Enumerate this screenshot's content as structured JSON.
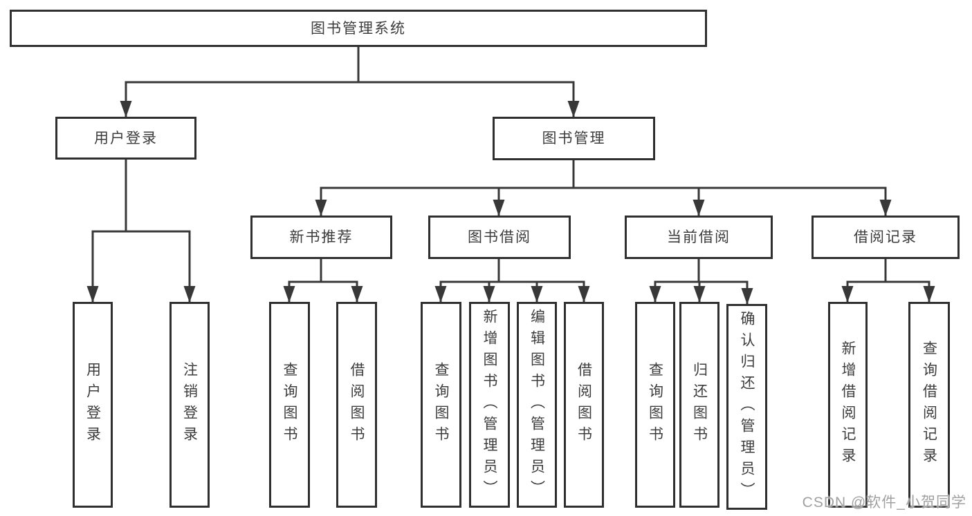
{
  "diagram": {
    "root": {
      "label": "图书管理系统"
    },
    "level2": [
      {
        "label": "用户登录"
      },
      {
        "label": "图书管理"
      }
    ],
    "level3": [
      {
        "label": "新书推荐"
      },
      {
        "label": "图书借阅"
      },
      {
        "label": "当前借阅"
      },
      {
        "label": "借阅记录"
      }
    ],
    "leaves": [
      {
        "label": "用户登录"
      },
      {
        "label": "注销登录"
      },
      {
        "label": "查询图书"
      },
      {
        "label": "借阅图书"
      },
      {
        "label": "查询图书"
      },
      {
        "label": "新增图书（管理员）"
      },
      {
        "label": "编辑图书（管理员）"
      },
      {
        "label": "借阅图书"
      },
      {
        "label": "查询图书"
      },
      {
        "label": "归还图书"
      },
      {
        "label": "确认归还（管理员）"
      },
      {
        "label": "新增借阅记录"
      },
      {
        "label": "查询借阅记录"
      }
    ]
  },
  "watermark": {
    "text": "CSDN @软件_小贺同学"
  },
  "colors": {
    "line": "#383838",
    "border": "#2f2f2f",
    "text": "#3c3c3c",
    "background": "#ffffff",
    "watermark": "#a0a0a0"
  }
}
